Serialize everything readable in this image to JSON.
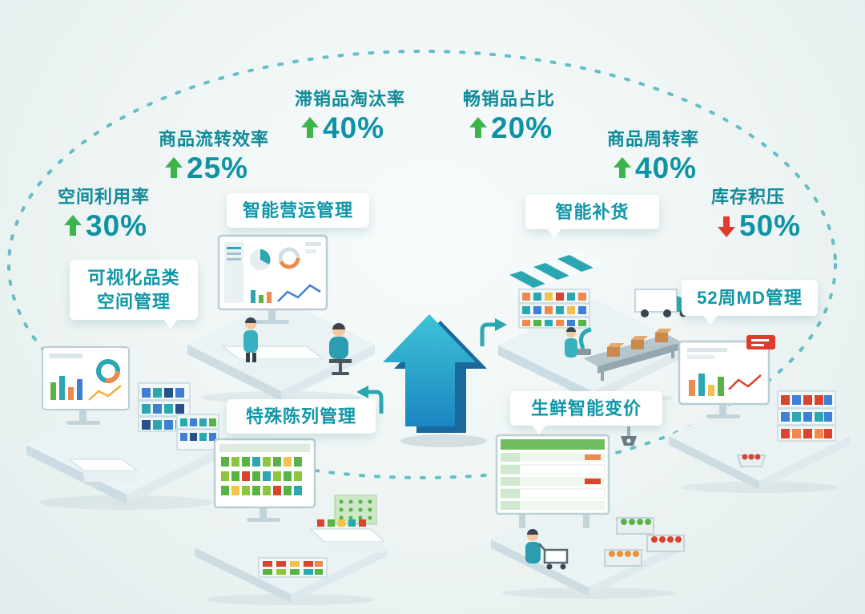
{
  "colors": {
    "teal_text": "#118a99",
    "value_teal": "#0e93a5",
    "arrow_green": "#3bb44a",
    "arrow_red": "#e03c2e",
    "ring_teal": "#2aa7b0",
    "center_arrow_top": "#3ec3d6",
    "center_arrow_bottom": "#1b86c2",
    "module_bg": "#ffffff"
  },
  "metrics": [
    {
      "id": "space-utilization",
      "label": "空间利用率",
      "value": "30%",
      "direction": "up"
    },
    {
      "id": "product-flow-efficiency",
      "label": "商品流转效率",
      "value": "25%",
      "direction": "up"
    },
    {
      "id": "slow-mover-elimination",
      "label": "滞销品淘汰率",
      "value": "40%",
      "direction": "up"
    },
    {
      "id": "best-seller-share",
      "label": "畅销品占比",
      "value": "20%",
      "direction": "up"
    },
    {
      "id": "product-turnover",
      "label": "商品周转率",
      "value": "40%",
      "direction": "up"
    },
    {
      "id": "inventory-backlog",
      "label": "库存积压",
      "value": "50%",
      "direction": "down"
    }
  ],
  "modules": [
    {
      "id": "visual-category-space",
      "label_line1": "可视化品类",
      "label_line2": "空间管理"
    },
    {
      "id": "smart-operations",
      "label": "智能营运管理"
    },
    {
      "id": "special-display",
      "label": "特殊陈列管理"
    },
    {
      "id": "smart-replenishment",
      "label": "智能补货"
    },
    {
      "id": "fresh-smart-pricing",
      "label": "生鲜智能变价"
    },
    {
      "id": "52-week-md",
      "label": "52周MD管理"
    }
  ]
}
